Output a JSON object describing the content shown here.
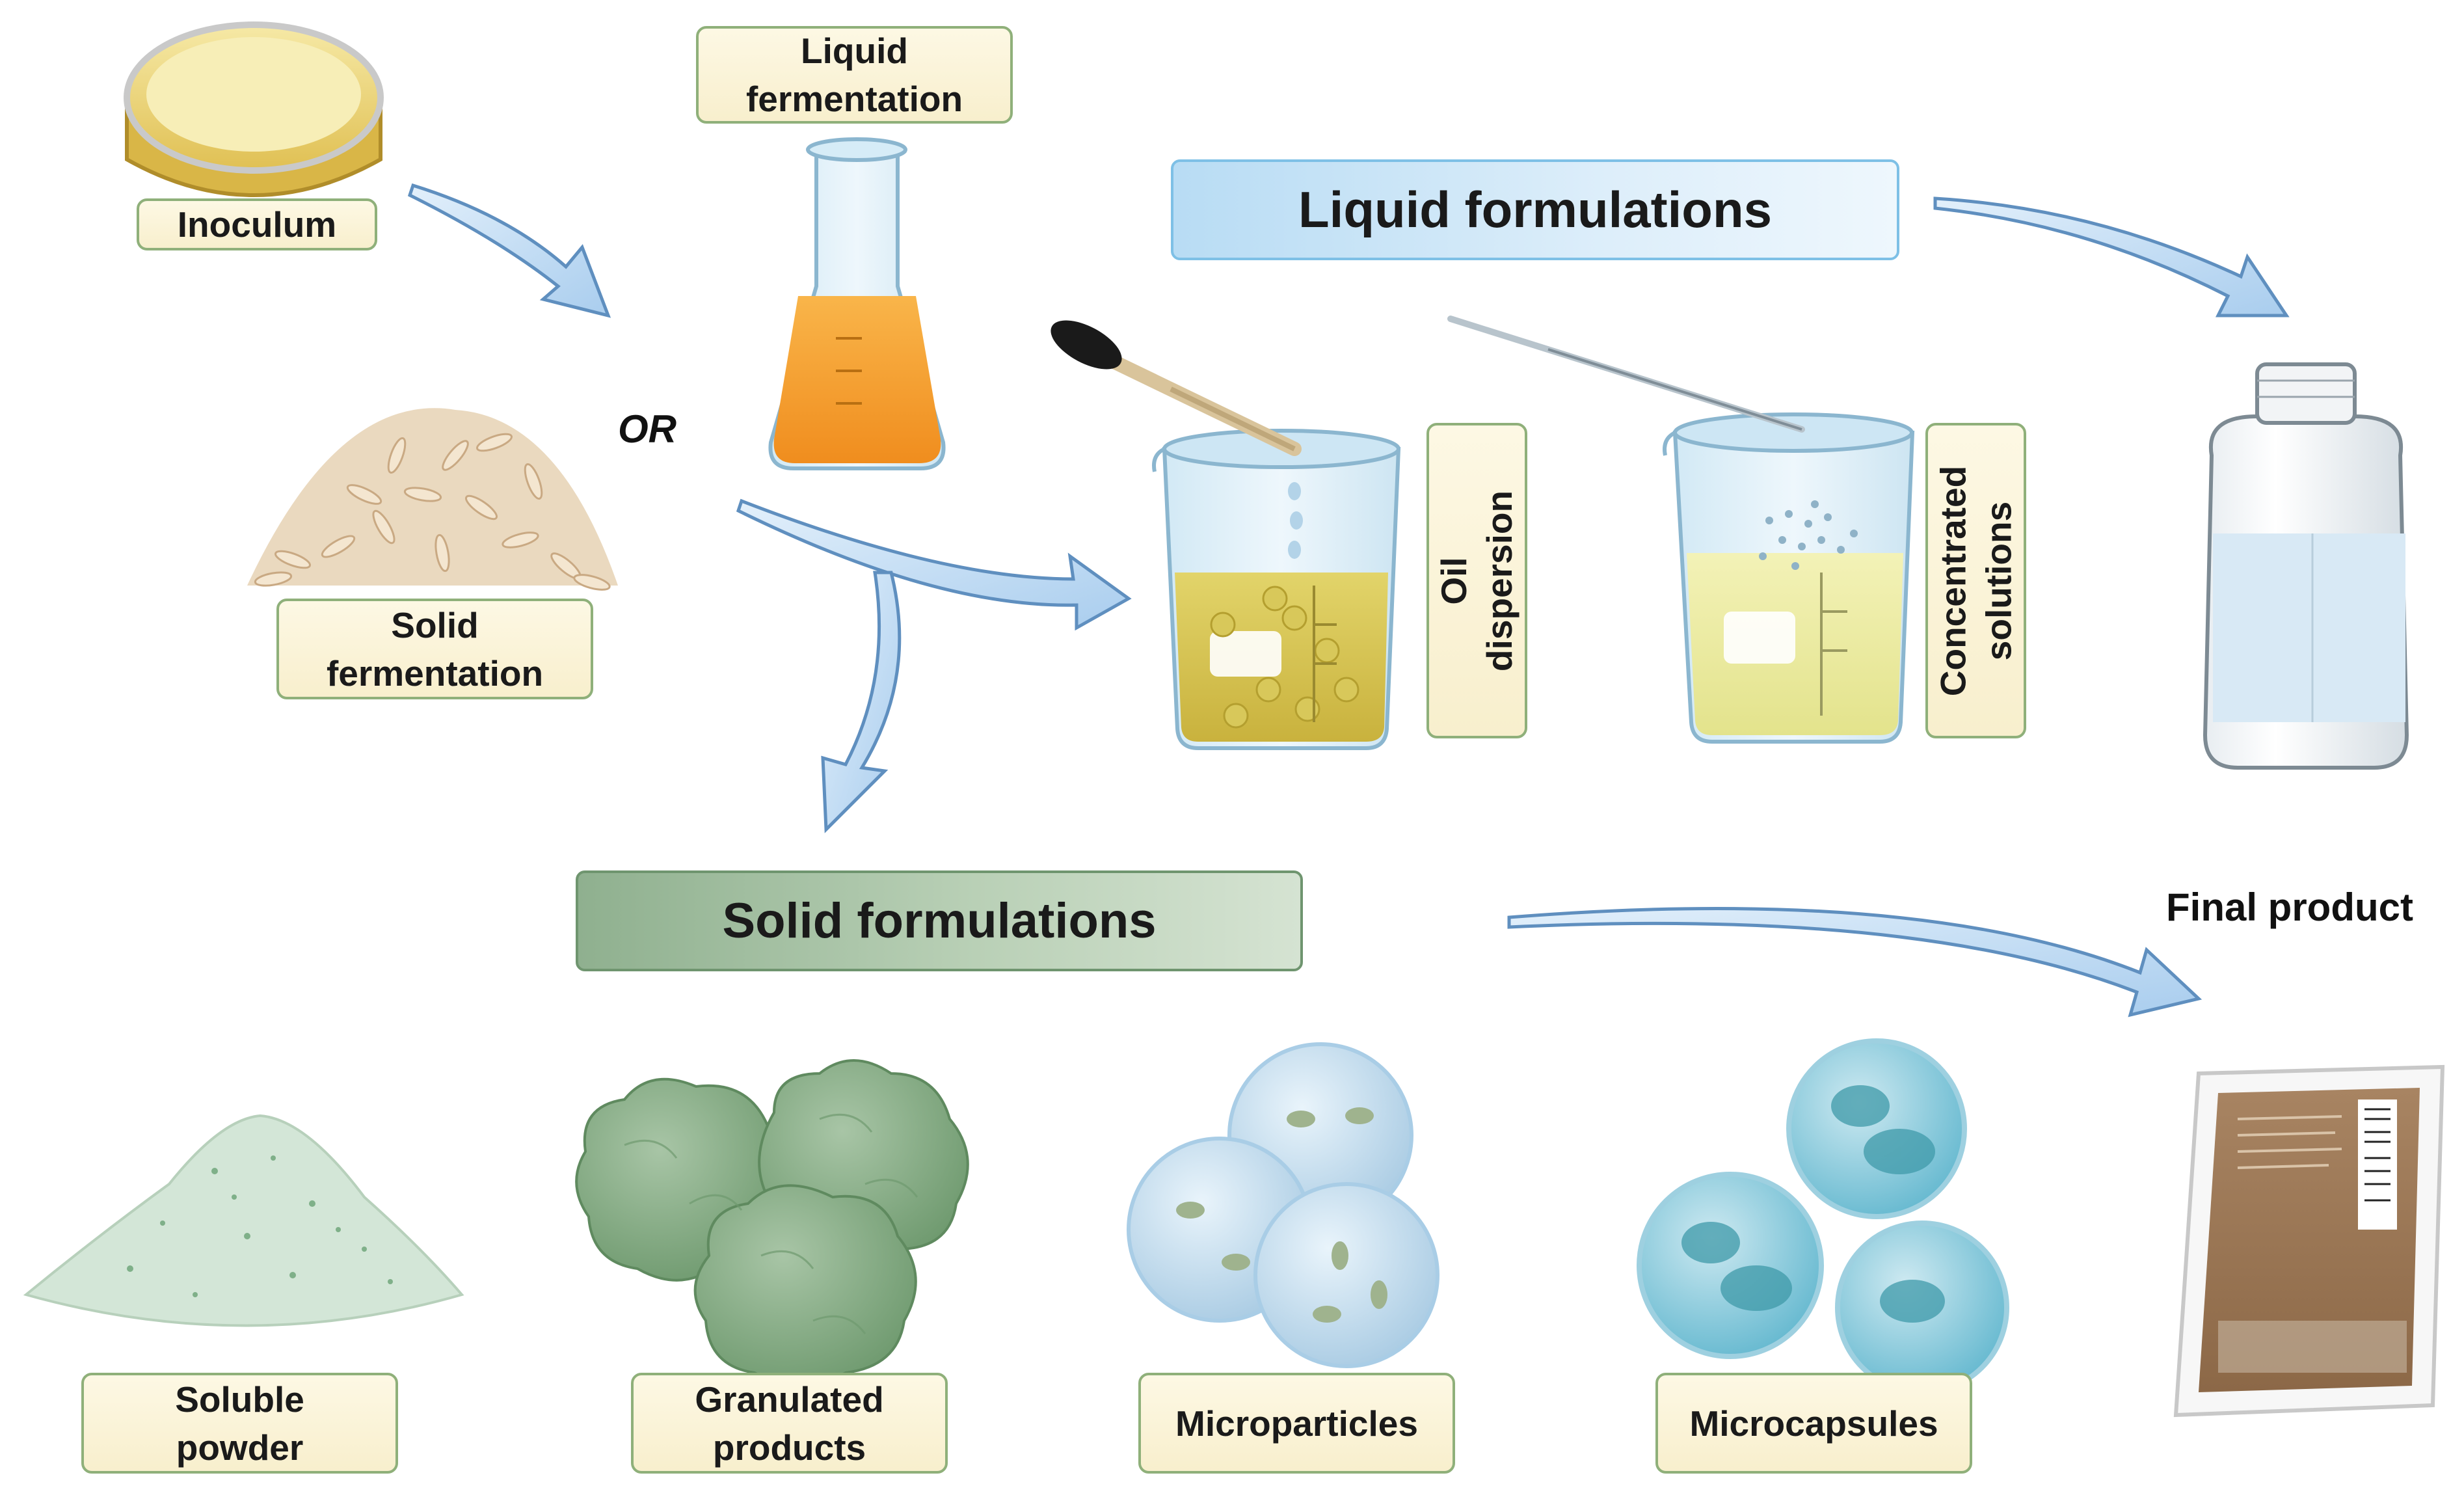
{
  "labels": {
    "inoculum": "Inoculum",
    "liquid_fermentation": "Liquid\nfermentation",
    "solid_fermentation": "Solid\nfermentation",
    "or": "OR",
    "liquid_formulations": "Liquid formulations",
    "oil_dispersion": "Oil  dispersion",
    "concentrated_solutions": "Concentrated\nsolutions",
    "solid_formulations": "Solid formulations",
    "final_product": "Final product",
    "soluble_powder": "Soluble\npowder",
    "granulated_products": "Granulated\nproducts",
    "microparticles": "Microparticles",
    "microcapsules": "Microcapsules"
  },
  "colors": {
    "label_fill": "#f8efcd",
    "label_border": "#8fb07a",
    "arrow_fill": "#bcd9f2",
    "arrow_stroke": "#5f8fbf",
    "liquid_banner": "#b8dcf4",
    "solid_banner": "#8fb08f"
  },
  "icons": [
    "petri-dish-icon",
    "erlenmeyer-flask-icon",
    "rice-pile-icon",
    "beaker-oil-icon",
    "pipette-icon",
    "beaker-solution-icon",
    "stirring-rod-icon",
    "bottle-icon",
    "powder-pile-icon",
    "granules-icon",
    "microparticles-icon",
    "microcapsules-icon",
    "pouch-icon"
  ]
}
